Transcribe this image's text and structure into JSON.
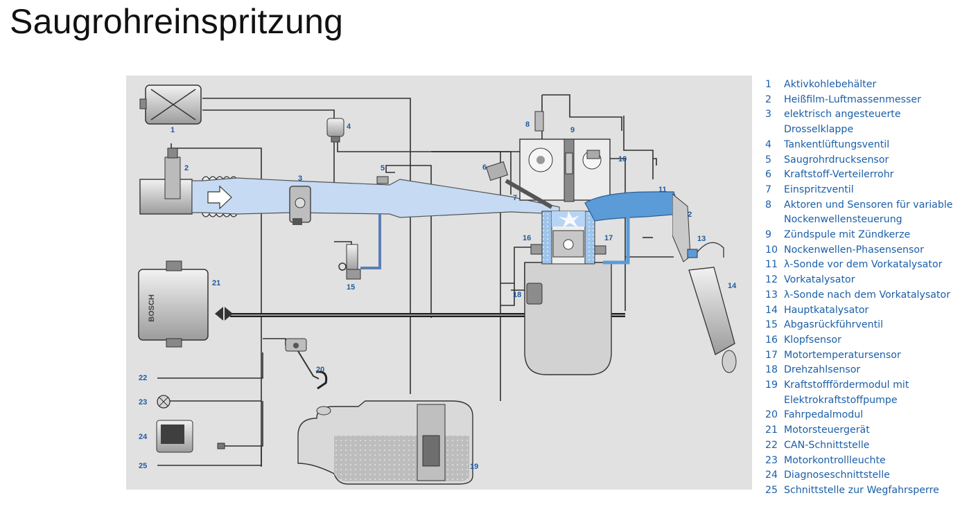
{
  "title": "Saugrohreinspritzung",
  "brand_text": "BOSCH",
  "colors": {
    "background": "#e1e1e1",
    "label": "#1f5aa0",
    "air": "#c6daf4",
    "exhaust": "#5b9bd8",
    "engine": "#d0d0d0",
    "line": "#2b2b2b",
    "legend_text": "#1a5ea8"
  },
  "diagram_labels": [
    "1",
    "2",
    "3",
    "4",
    "5",
    "6",
    "7",
    "8",
    "9",
    "10",
    "11",
    "12",
    "13",
    "14",
    "15",
    "16",
    "17",
    "18",
    "19",
    "20",
    "21",
    "22",
    "23",
    "24",
    "25"
  ],
  "legend": [
    {
      "num": "1",
      "lines": [
        "Aktivkohlebehälter"
      ]
    },
    {
      "num": "2",
      "lines": [
        "Heißfilm-Luftmassenmesser"
      ]
    },
    {
      "num": "3",
      "lines": [
        "elektrisch angesteuerte Drosselklappe"
      ]
    },
    {
      "num": "4",
      "lines": [
        "Tankentlüftungsventil"
      ]
    },
    {
      "num": "5",
      "lines": [
        "Saugrohrdrucksensor"
      ]
    },
    {
      "num": "6",
      "lines": [
        "Kraftstoff-Verteilerrohr"
      ]
    },
    {
      "num": "7",
      "lines": [
        "Einspritzventil"
      ]
    },
    {
      "num": "8",
      "lines": [
        "Aktoren und Sensoren für variable",
        "Nockenwellensteuerung"
      ]
    },
    {
      "num": "9",
      "lines": [
        "Zündspule mit Zündkerze"
      ]
    },
    {
      "num": "10",
      "lines": [
        "Nockenwellen-Phasensensor"
      ]
    },
    {
      "num": "11",
      "lines": [
        "λ-Sonde vor dem Vorkatalysator"
      ]
    },
    {
      "num": "12",
      "lines": [
        "Vorkatalysator"
      ]
    },
    {
      "num": "13",
      "lines": [
        "λ-Sonde nach dem Vorkatalysator"
      ]
    },
    {
      "num": "14",
      "lines": [
        "Hauptkatalysator"
      ]
    },
    {
      "num": "15",
      "lines": [
        "Abgasrückführventil"
      ]
    },
    {
      "num": "16",
      "lines": [
        "Klopfsensor"
      ]
    },
    {
      "num": "17",
      "lines": [
        "Motortemperatursensor"
      ]
    },
    {
      "num": "18",
      "lines": [
        "Drehzahlsensor"
      ]
    },
    {
      "num": "19",
      "lines": [
        "Kraftstofffördermodul mit",
        "Elektrokraftstoffpumpe"
      ]
    },
    {
      "num": "20",
      "lines": [
        "Fahrpedalmodul"
      ]
    },
    {
      "num": "21",
      "lines": [
        "Motorsteuergerät"
      ]
    },
    {
      "num": "22",
      "lines": [
        "CAN-Schnittstelle"
      ]
    },
    {
      "num": "23",
      "lines": [
        "Motorkontrollleuchte"
      ]
    },
    {
      "num": "24",
      "lines": [
        "Diagnoseschnittstelle"
      ]
    },
    {
      "num": "25",
      "lines": [
        "Schnittstelle zur Wegfahrsperre"
      ]
    }
  ]
}
